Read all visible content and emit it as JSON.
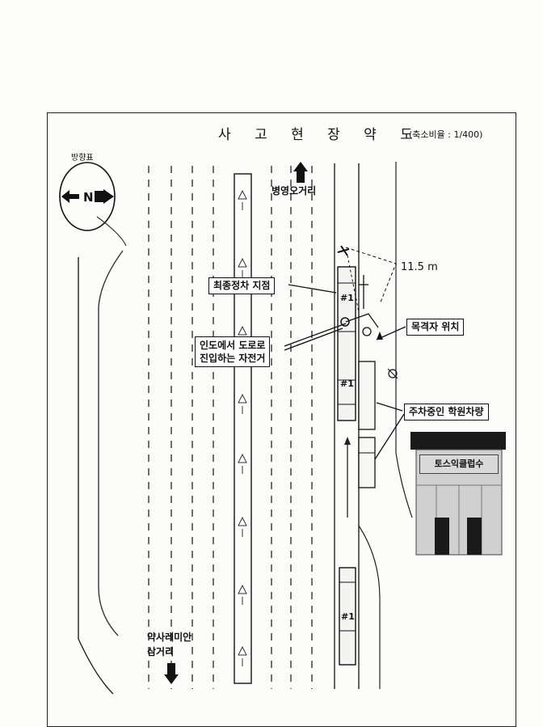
{
  "header": {
    "title": "사 고 현 장 약 도",
    "scale": "(축소비율 : 1/400)"
  },
  "compass": {
    "label": "방향표",
    "symbol": "N",
    "icon": "north-arrow-icon"
  },
  "roads": {
    "north": "병영오거리",
    "south_line1": "약사레미안",
    "south_line2": "삼거리"
  },
  "labels": {
    "final_stop": "최종정차 지점",
    "bicycle_line1": "인도에서 도로로",
    "bicycle_line2": "진입하는 자전거",
    "witness": "목격자 위치",
    "parked_vehicle": "주차중인 학원차량",
    "distance": "11.5 m",
    "building_sign": "토스익클럽수"
  },
  "vehicles": {
    "bus_mark": "#1"
  },
  "colors": {
    "ink": "#111111",
    "paper": "#fdfdfb",
    "building": "#d0d0d0",
    "building_band": "#1a1a1a"
  }
}
